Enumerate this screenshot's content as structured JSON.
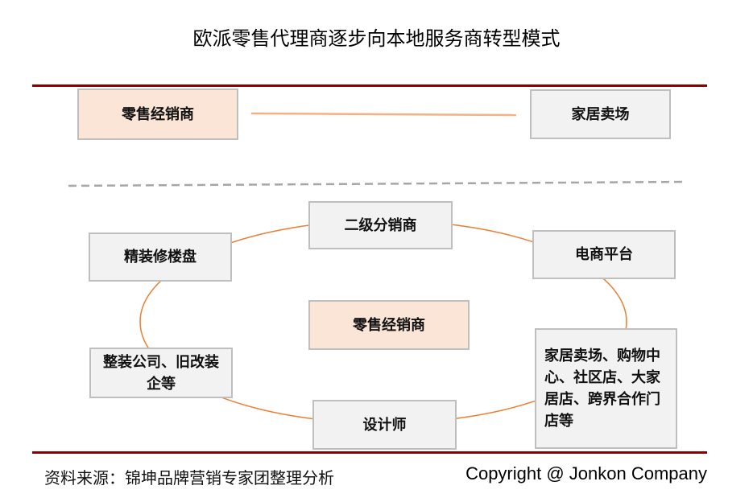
{
  "title": "欧派零售代理商逐步向本地服务商转型模式",
  "top": {
    "left": "零售经销商",
    "right": "家居卖场"
  },
  "bottom": {
    "center": "零售经销商",
    "nodes": [
      "二级分销商",
      "电商平台",
      "家居卖场、购物中心、社区店、大家居店、跨界合作门店等",
      "设计师",
      "整装公司、旧改装企等",
      "精装修楼盘"
    ]
  },
  "footer": {
    "source": "资料来源：锦坤品牌营销专家团整理分析",
    "copyright": "Copyright @ Jonkon Company"
  },
  "colors": {
    "accent": "#8B0000",
    "orange": "#ED7D31",
    "peach": "#FBE5D6",
    "grey": "#F2F2F2"
  }
}
